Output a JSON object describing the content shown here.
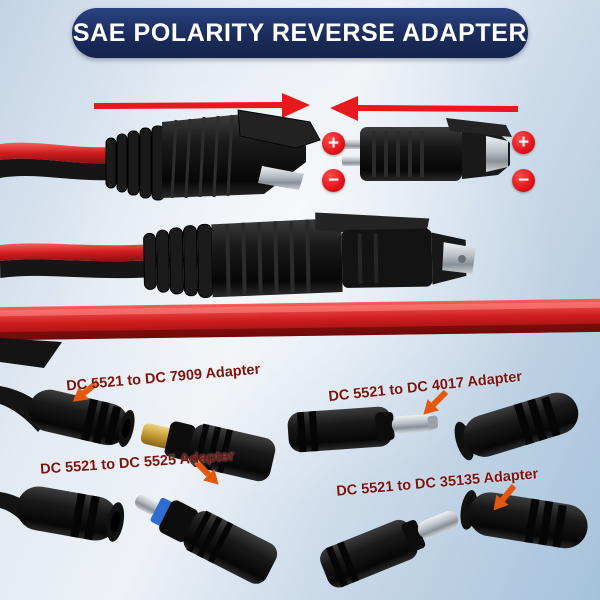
{
  "banner": {
    "title": "SAE POLARITY REVERSE ADAPTER"
  },
  "polarity_badges": [
    {
      "symbol": "+",
      "position": "left-top"
    },
    {
      "symbol": "−",
      "position": "left-bottom"
    },
    {
      "symbol": "+",
      "position": "right-top"
    },
    {
      "symbol": "−",
      "position": "right-bottom"
    }
  ],
  "adapter_labels": [
    {
      "label": "DC 5521 to DC 7909 Adapter"
    },
    {
      "label": "DC 5521 to DC 4017 Adapter"
    },
    {
      "label": "DC 5521 to DC 5525 Adapter"
    },
    {
      "label": "DC 5521 to DC 35135 Adapter"
    }
  ],
  "icons": {
    "top_left_arrow": "red-arrow-pointing-right",
    "top_right_arrow": "red-arrow-pointing-left",
    "label_pointers": "small-orange-arrow"
  },
  "colors": {
    "banner_background": "#1b2c5c",
    "banner_text": "#ffffff",
    "arrow_red": "#e8191d",
    "pointer_orange": "#e4570e",
    "label_text": "#7d130c",
    "badge_red": "#d90e14",
    "cable_red": "#d01d1e",
    "cable_black": "#141414",
    "background_blue": "#a6c2db"
  }
}
